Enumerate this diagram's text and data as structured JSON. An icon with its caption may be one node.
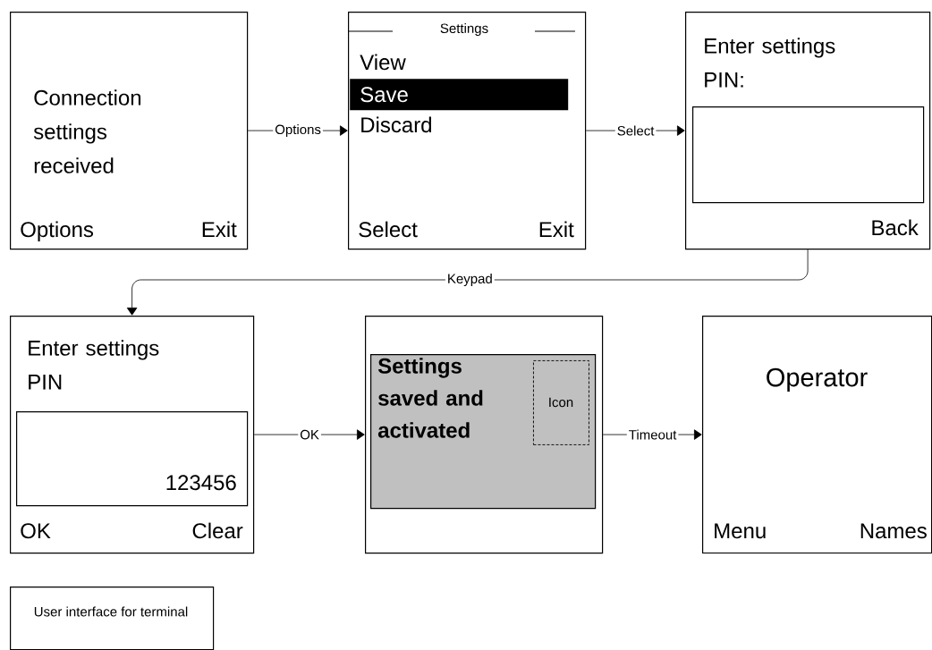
{
  "diagram": {
    "nodes": [
      {
        "text": [
          "Connection settings received",
          "Options",
          "Exit"
        ]
      },
      {
        "text": [
          "Settings",
          "View",
          "Discard",
          "Select",
          "Exit"
        ]
      },
      {
        "text": [
          "Save"
        ],
        "in": 1
      },
      {
        "text": [
          "Enter settings PIN:",
          "Back"
        ]
      },
      {
        "text": [],
        "shape": "box",
        "in": 3
      },
      {
        "text": [
          "Enter settings PIN",
          "OK",
          "Clear"
        ]
      },
      {
        "text": [
          "123456"
        ],
        "in": 5
      },
      {
        "text": [],
        "shape": "box"
      },
      {
        "text": [
          "Settings saved and activated"
        ],
        "in": 7
      },
      {
        "text": [
          "Icon"
        ],
        "in": 8
      },
      {
        "text": [
          "Operator",
          "Menu",
          "Names"
        ]
      },
      {
        "text": [
          "User interface for terminal"
        ]
      }
    ],
    "edges": [
      {
        "from": 0,
        "to": 1,
        "arrow": "to",
        "label": "Options"
      },
      {
        "from": 1,
        "to": 3,
        "arrow": "to",
        "label": "Select"
      },
      {
        "from": 3,
        "to": 5,
        "arrow": "to",
        "label": "Keypad"
      },
      {
        "from": 5,
        "to": 7,
        "arrow": "to",
        "label": "OK"
      },
      {
        "from": 7,
        "to": 10,
        "arrow": "to",
        "label": "Timeout"
      }
    ]
  }
}
